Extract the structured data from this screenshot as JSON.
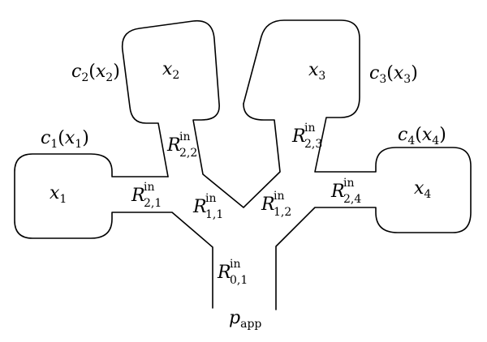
{
  "diagram": {
    "stroke_color": "#000000",
    "background": "#ffffff",
    "cells": [
      {
        "id": "x1",
        "label": "x",
        "index": "1",
        "cap_func": "c",
        "cap_index": "1"
      },
      {
        "id": "x2",
        "label": "x",
        "index": "2",
        "cap_func": "c",
        "cap_index": "2"
      },
      {
        "id": "x3",
        "label": "x",
        "index": "3",
        "cap_func": "c",
        "cap_index": "3"
      },
      {
        "id": "x4",
        "label": "x",
        "index": "4",
        "cap_func": "c",
        "cap_index": "4"
      }
    ],
    "resistances": [
      {
        "symbol": "R",
        "sup": "in",
        "sub": "2,1"
      },
      {
        "symbol": "R",
        "sup": "in",
        "sub": "2,2"
      },
      {
        "symbol": "R",
        "sup": "in",
        "sub": "2,3"
      },
      {
        "symbol": "R",
        "sup": "in",
        "sub": "2,4"
      },
      {
        "symbol": "R",
        "sup": "in",
        "sub": "1,1"
      },
      {
        "symbol": "R",
        "sup": "in",
        "sub": "1,2"
      },
      {
        "symbol": "R",
        "sup": "in",
        "sub": "0,1"
      }
    ],
    "outlet": {
      "symbol": "p",
      "sub": "app"
    }
  }
}
